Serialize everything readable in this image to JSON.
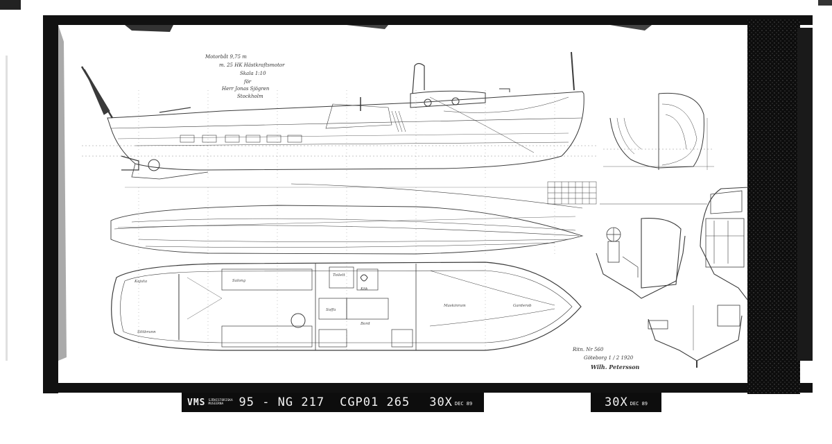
{
  "title_block": {
    "line1": "Motorbåt 9,75 m",
    "line2": "m. 25 HK Hästkraftsmotor",
    "line3": "Skala 1:10",
    "line4": "för",
    "line5": "Herr Jonas Sjögren",
    "line6": "Stockholm"
  },
  "approval": {
    "number": "Ritn. Nr 560",
    "date": "Göteborg 1 / 2 1920",
    "signature": "Wilh. Petersson"
  },
  "film_strip": {
    "brand": "VMS",
    "brand_small": "SJÖHISTORISKA MUSEERNA",
    "code1": "95 - NG 217",
    "code2": "CGP01 265",
    "reduction": "30X",
    "date": "DEC 89",
    "reduction2": "30X",
    "date2": "DEC 89"
  },
  "colors": {
    "paper": "#ffffff",
    "ink": "#3a3a3a",
    "scan_border": "#0d0d0d"
  },
  "views": {
    "side_elevation": "profile",
    "hull_lines": "waterlines",
    "deck_plan": "plan",
    "body_plan": "sections"
  },
  "plan_labels": {
    "kajuta": "Kajuta",
    "sittbrunn": "Sittbrunn",
    "salong": "Salong",
    "toilett": "Toilett",
    "kok": "Kök",
    "maskin": "Maskinrum",
    "soffa": "Soffa",
    "bord": "Bord",
    "garderob": "Garderob"
  }
}
